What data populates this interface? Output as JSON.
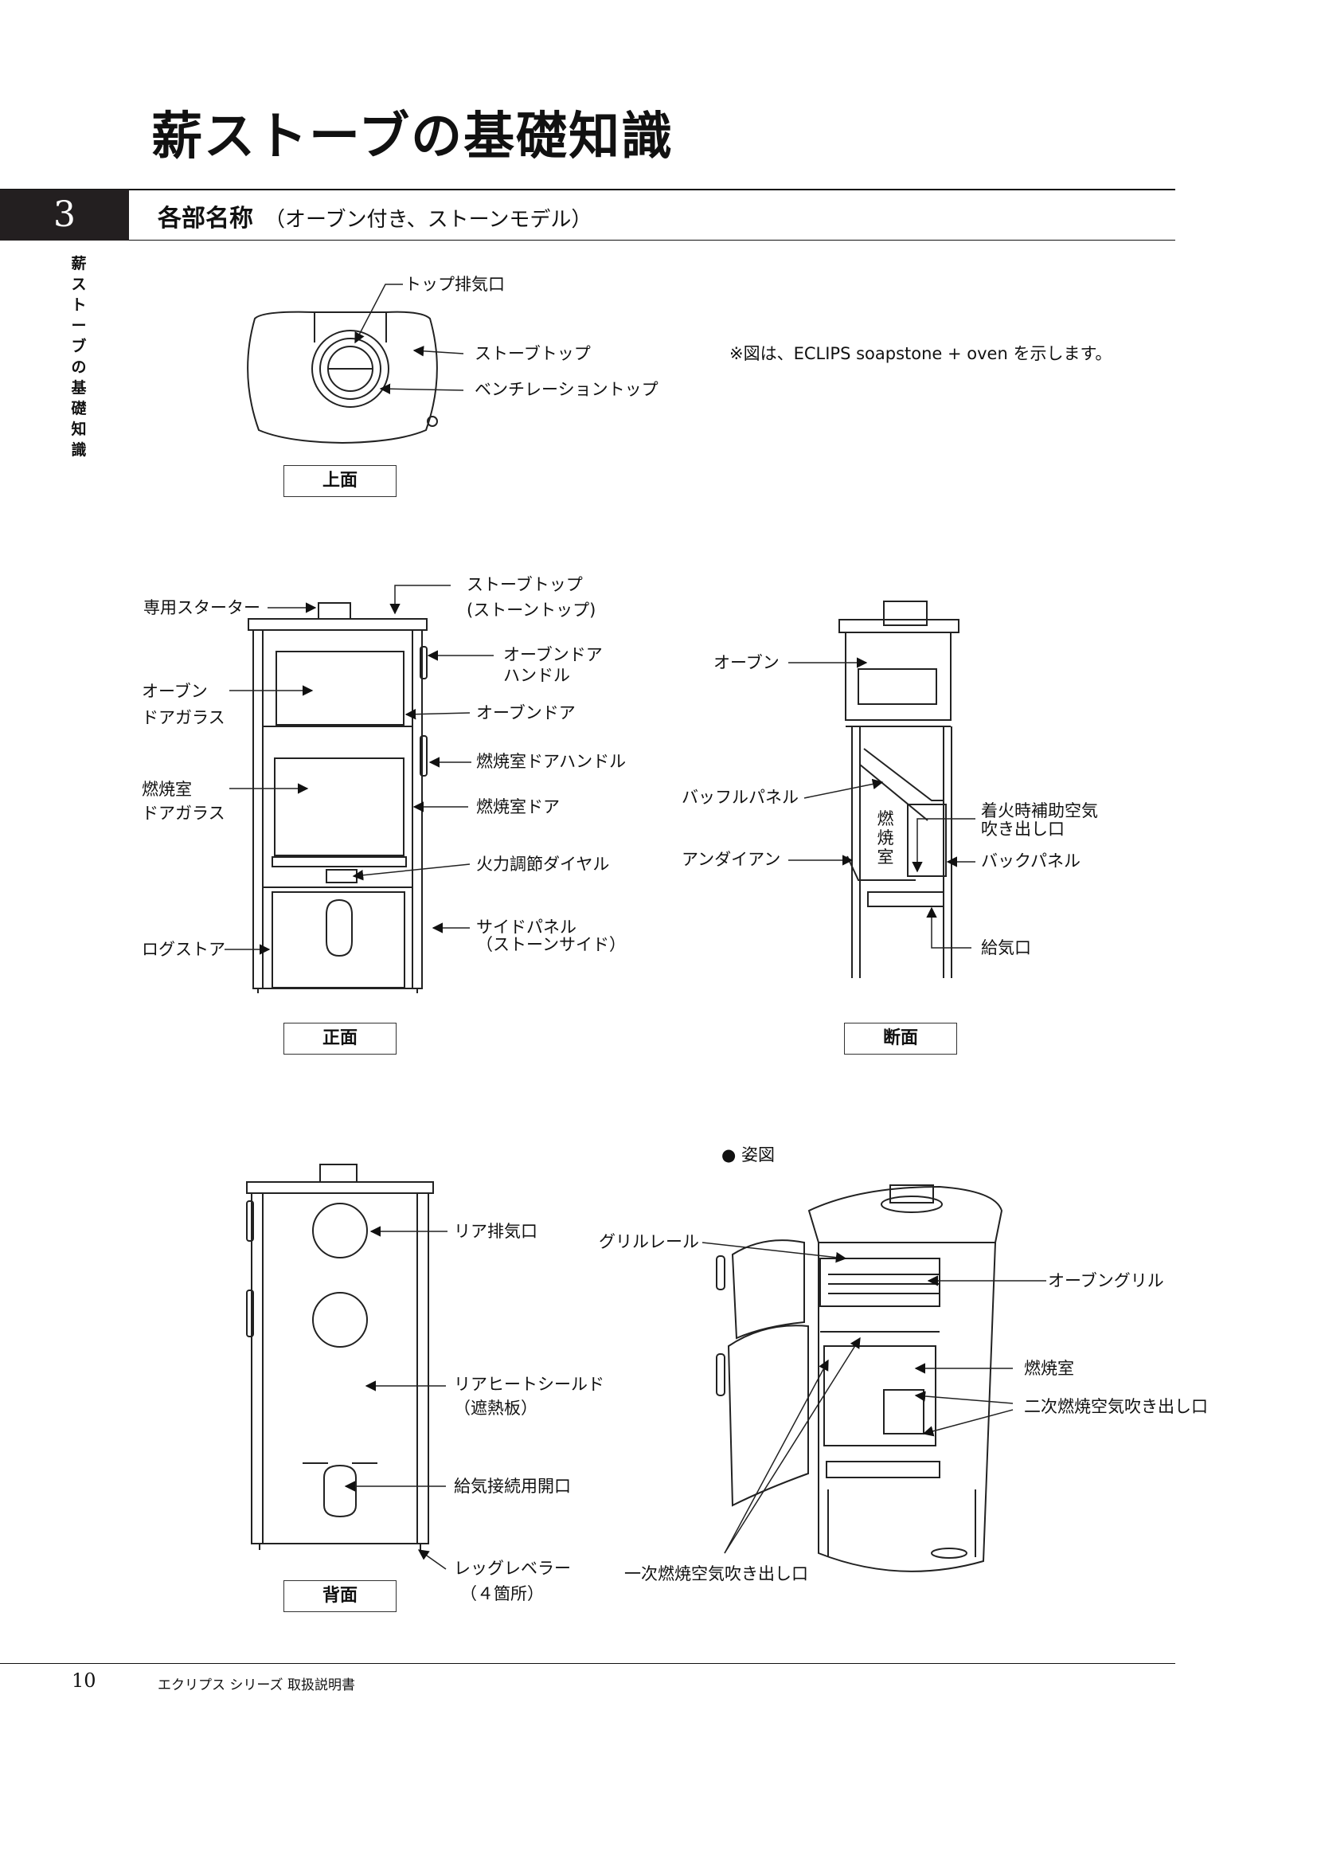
{
  "page": {
    "title": "薪ストーブの基礎知識",
    "chapter_number": "3",
    "section_title": "各部名称",
    "section_subtitle": "（オーブン付き、ストーンモデル）",
    "side_tab": "薪ストーブの基礎知識",
    "note": "※図は、ECLIPS soapstone + oven を示します。",
    "page_number": "10",
    "footer_title": "エクリプス シリーズ 取扱説明書"
  },
  "views": {
    "top": {
      "caption": "上面",
      "labels": {
        "top_exhaust": "トップ排気口",
        "stove_top": "ストーブトップ",
        "ventilation_top": "ベンチレーショントップ"
      }
    },
    "front": {
      "caption": "正面",
      "labels": {
        "starter": "専用スターター",
        "stove_top_1": "ストーブトップ",
        "stove_top_2": "(ストーントップ)",
        "oven_door_handle_1": "オーブンドア",
        "oven_door_handle_2": "ハンドル",
        "oven_door_glass_1": "オーブン",
        "oven_door_glass_2": "ドアガラス",
        "oven_door": "オーブンドア",
        "firebox_door_handle": "燃焼室ドアハンドル",
        "firebox_glass_1": "燃焼室",
        "firebox_glass_2": "ドアガラス",
        "firebox_door": "燃焼室ドア",
        "heat_dial": "火力調節ダイヤル",
        "side_panel_1": "サイドパネル",
        "side_panel_2": "（ストーンサイド）",
        "log_store": "ログストア"
      }
    },
    "section": {
      "caption": "断面",
      "labels": {
        "oven": "オーブン",
        "baffle_panel": "バッフルパネル",
        "andiron": "アンダイアン",
        "firebox_vertical": "燃焼室",
        "ignition_air_1": "着火時補助空気",
        "ignition_air_2": "吹き出し口",
        "back_panel": "バックパネル",
        "air_inlet": "給気口"
      }
    },
    "back": {
      "caption": "背面",
      "labels": {
        "rear_exhaust": "リア排気口",
        "heat_shield_1": "リアヒートシールド",
        "heat_shield_2": "（遮熱板）",
        "air_connection": "給気接続用開口",
        "leg_leveler_1": "レッグレベラー",
        "leg_leveler_2": "（４箇所）"
      }
    },
    "perspective": {
      "caption": "● 姿図",
      "labels": {
        "grill_rail": "グリルレール",
        "oven_grill": "オーブングリル",
        "firebox": "燃焼室",
        "secondary_air": "二次燃焼空気吹き出し口",
        "primary_air": "一次燃焼空気吹き出し口"
      }
    }
  }
}
